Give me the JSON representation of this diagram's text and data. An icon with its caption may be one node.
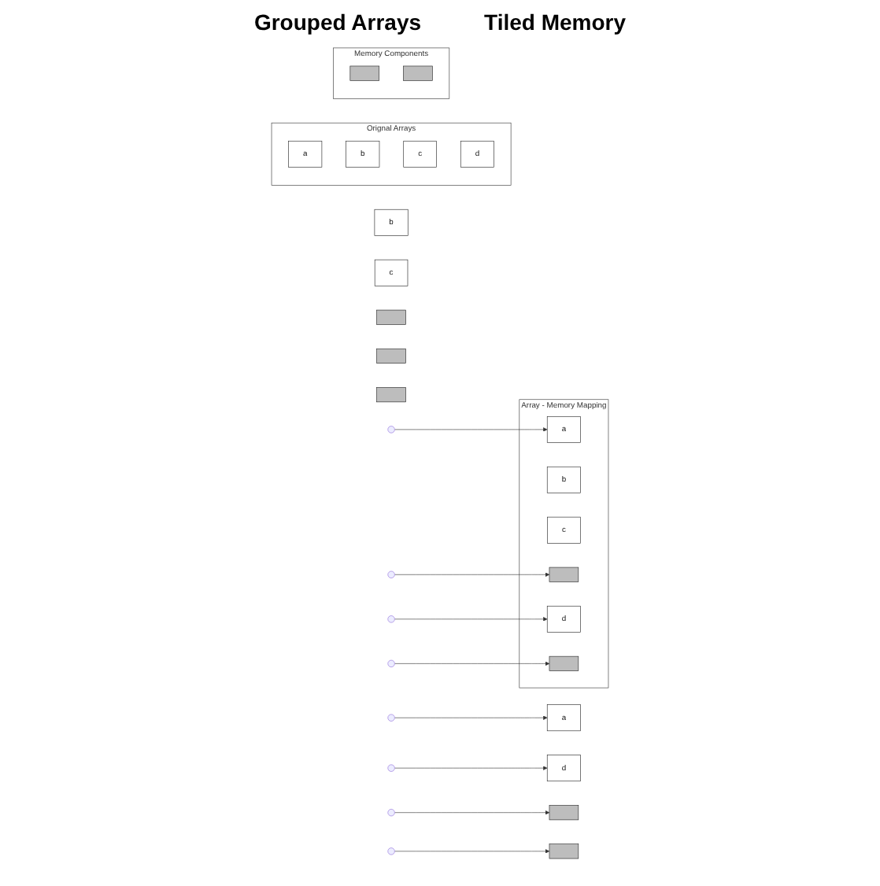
{
  "diagram": {
    "nodes": [
      {
        "text": [
          "Orignal Arrays"
        ]
      },
      {
        "text": [
          "a"
        ],
        "in": 0
      },
      {
        "text": [
          "b"
        ],
        "in": 0
      },
      {
        "text": [
          "c"
        ],
        "in": 0
      },
      {
        "text": [
          "d"
        ],
        "in": 0
      },
      {
        "text": [
          "a"
        ]
      },
      {
        "text": [
          "b"
        ]
      },
      {
        "text": [
          "c"
        ]
      },
      {
        "text": [
          "d"
        ]
      },
      {
        "text": [
          "Memory Components"
        ]
      },
      {
        "text": [],
        "shape": "box",
        "in": 9
      },
      {
        "text": [],
        "shape": "box",
        "in": 9
      },
      {
        "text": [],
        "shape": "box"
      },
      {
        "text": [],
        "shape": "box"
      },
      {
        "text": [],
        "shape": "box"
      },
      {
        "text": [],
        "shape": "box"
      },
      {
        "text": [],
        "shape": "box"
      },
      {
        "text": [
          "Array - Memory Mapping"
        ]
      },
      {
        "text": [
          "a"
        ],
        "in": 17
      },
      {
        "text": [
          "b"
        ],
        "in": 17
      },
      {
        "text": [
          "c"
        ],
        "in": 17
      },
      {
        "text": [],
        "shape": "box",
        "in": 17
      },
      {
        "text": [
          "d"
        ],
        "in": 17
      },
      {
        "text": [],
        "shape": "box",
        "in": 17
      }
    ],
    "edges": [
      {
        "from": null,
        "to": 5,
        "arrow": "to"
      },
      {
        "from": null,
        "to": 8,
        "arrow": "to"
      },
      {
        "from": null,
        "to": 12,
        "arrow": "to"
      },
      {
        "from": null,
        "to": 16,
        "arrow": "to"
      },
      {
        "from": null,
        "to": 18,
        "arrow": "to"
      },
      {
        "from": null,
        "to": 22,
        "arrow": "to"
      },
      {
        "from": null,
        "to": 21,
        "arrow": "to"
      },
      {
        "from": null,
        "to": 23,
        "arrow": "to"
      }
    ],
    "labels": [
      "Grouped Arrays",
      "Tiled Memory"
    ]
  }
}
